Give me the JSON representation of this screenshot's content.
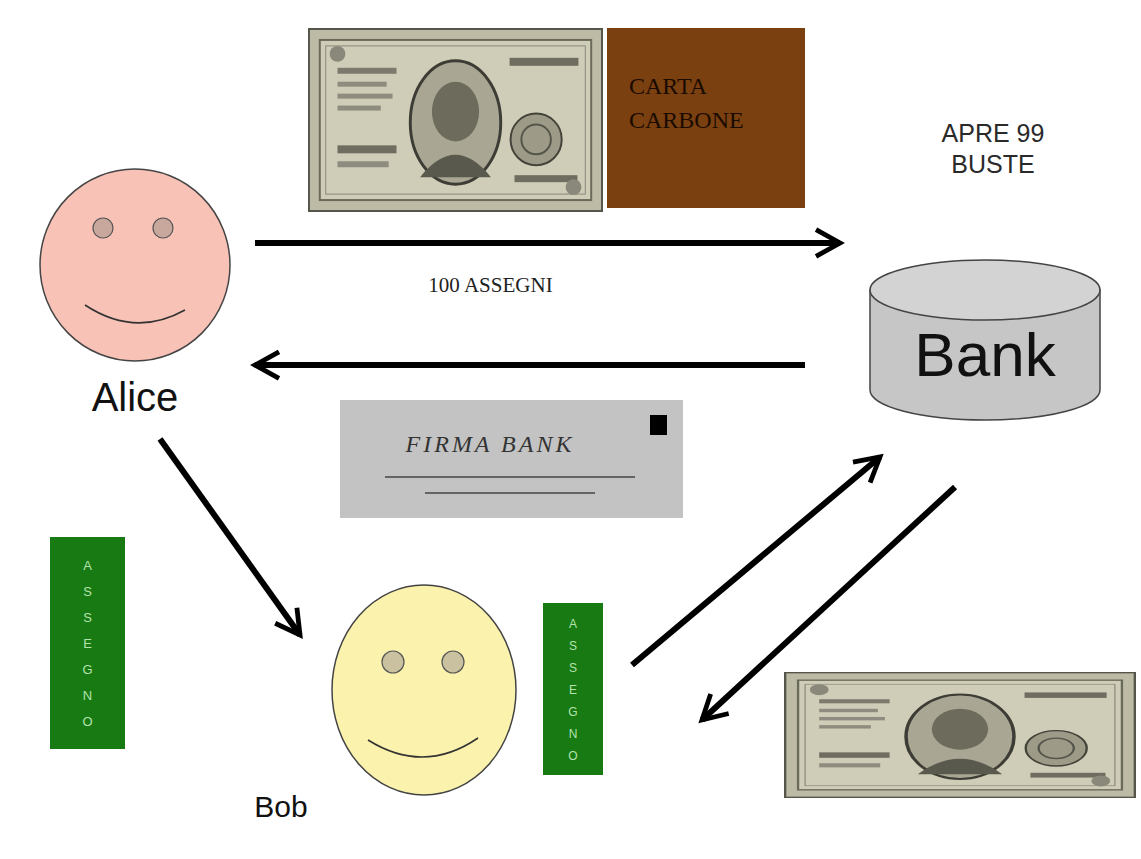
{
  "diagram": {
    "nodes": [
      {
        "text": [
          "CARTA CARBONE"
        ]
      },
      {
        "text": [
          "Alice"
        ]
      },
      {
        "text": [
          "Bank"
        ]
      },
      {
        "text": [
          "FIRMA BANK"
        ]
      },
      {
        "text": [
          "ASSEGNO"
        ]
      },
      {
        "text": [
          "Bob"
        ]
      },
      {
        "text": [
          "ASSEGNO"
        ]
      }
    ],
    "edges": [
      {
        "from": 1,
        "to": 2,
        "arrow": "to",
        "label": "100 ASSEGNI"
      },
      {
        "from": 2,
        "to": 1,
        "arrow": "to"
      },
      {
        "from": 1,
        "to": 5,
        "arrow": "to"
      },
      {
        "from": 5,
        "to": 2,
        "arrow": "to"
      },
      {
        "from": 2,
        "to": 5,
        "arrow": "to"
      }
    ],
    "labels": [
      "APRE 99 BUSTE"
    ]
  }
}
